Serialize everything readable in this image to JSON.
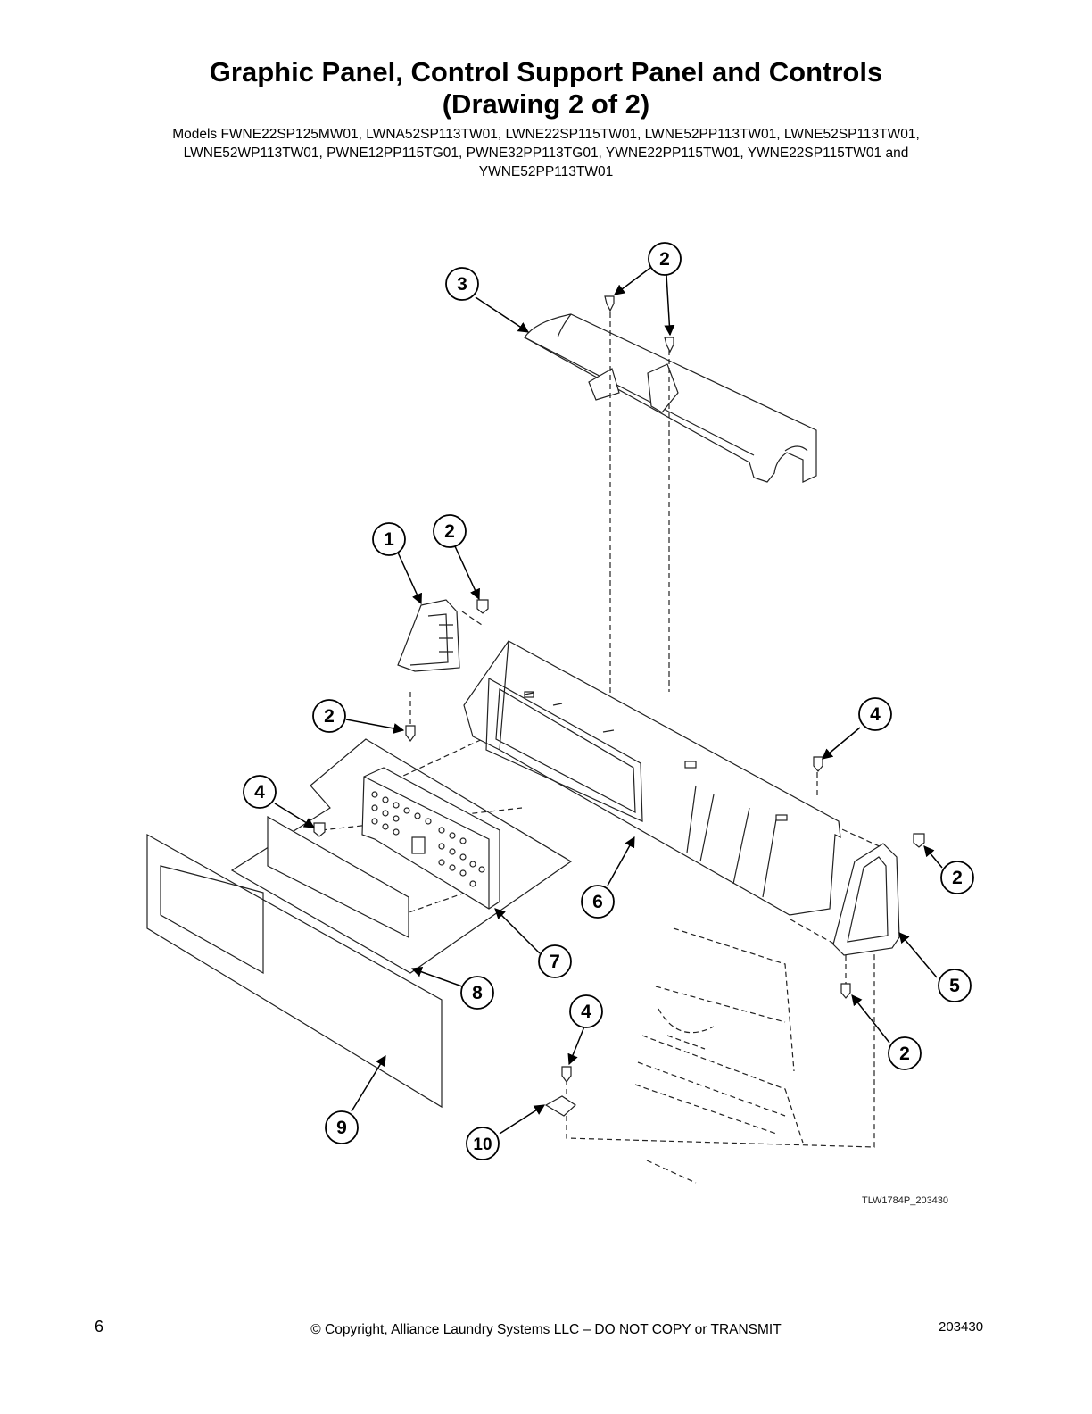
{
  "header": {
    "title_line1": "Graphic Panel, Control Support Panel and Controls",
    "title_line2": "(Drawing 2 of 2)",
    "models_line1": "Models FWNE22SP125MW01, LWNA52SP113TW01, LWNE22SP115TW01, LWNE52PP113TW01, LWNE52SP113TW01,",
    "models_line2": "LWNE52WP113TW01, PWNE12PP115TG01, PWNE32PP113TG01, YWNE22PP115TW01, YWNE22SP115TW01 and",
    "models_line3": "YWNE52PP113TW01"
  },
  "callouts": [
    {
      "id": "c3a",
      "label": "3"
    },
    {
      "id": "c2a",
      "label": "2"
    },
    {
      "id": "c1",
      "label": "1"
    },
    {
      "id": "c2b",
      "label": "2"
    },
    {
      "id": "c2c",
      "label": "2"
    },
    {
      "id": "c4a",
      "label": "4"
    },
    {
      "id": "c4b",
      "label": "4"
    },
    {
      "id": "c2d",
      "label": "2"
    },
    {
      "id": "c6",
      "label": "6"
    },
    {
      "id": "c7",
      "label": "7"
    },
    {
      "id": "c8",
      "label": "8"
    },
    {
      "id": "c5",
      "label": "5"
    },
    {
      "id": "c2e",
      "label": "2"
    },
    {
      "id": "c4c",
      "label": "4"
    },
    {
      "id": "c9",
      "label": "9"
    },
    {
      "id": "c10",
      "label": "10"
    }
  ],
  "drawing_id": "TLW1784P_203430",
  "footer": {
    "page_number": "6",
    "copyright": "© Copyright, Alliance Laundry Systems LLC – DO NOT COPY or TRANSMIT",
    "document_number": "203430"
  }
}
